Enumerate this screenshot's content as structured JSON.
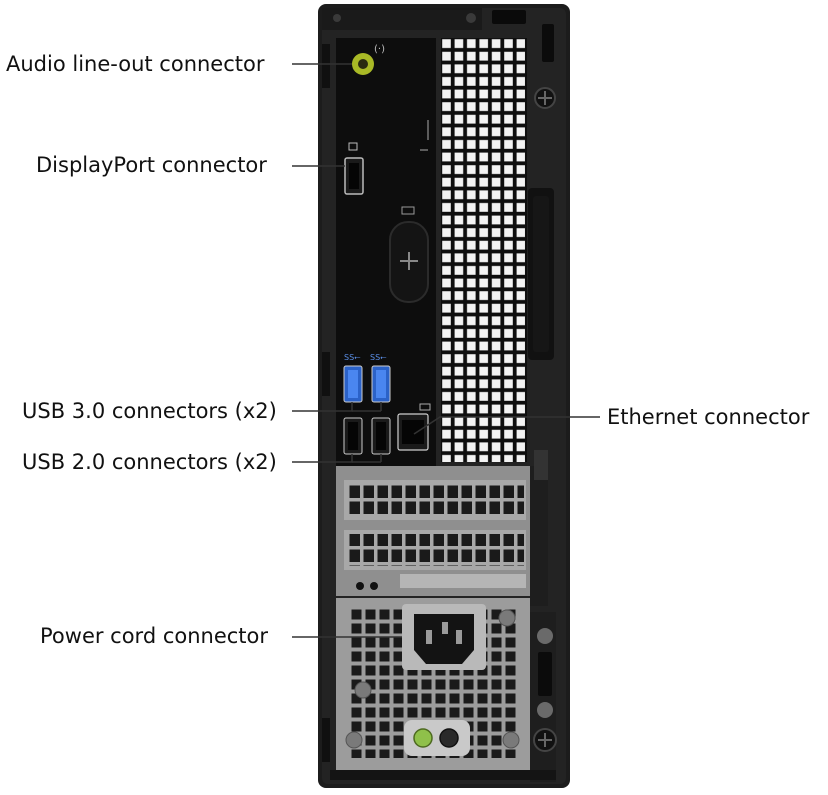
{
  "labels": {
    "audio": "Audio line-out connector",
    "displayport": "DisplayPort connector",
    "usb3": "USB 3.0 connectors (x2)",
    "usb2": "USB 2.0 connectors (x2)",
    "ethernet": "Ethernet connector",
    "power": "Power cord connector"
  },
  "colors": {
    "chassis": "#1b1b1b",
    "panel": "#0e0e0e",
    "vent_bg": "#111111",
    "vent_hole": "#f2f2f2",
    "psu": "#9a9a9a",
    "usb3_blue": "#2b62c8",
    "audio_green": "#b5c62a",
    "leader": "#333333"
  },
  "icons": [
    "audio-jack-icon",
    "displayport-icon",
    "usb-icon",
    "ethernet-icon",
    "serial-icon",
    "power-icon"
  ]
}
